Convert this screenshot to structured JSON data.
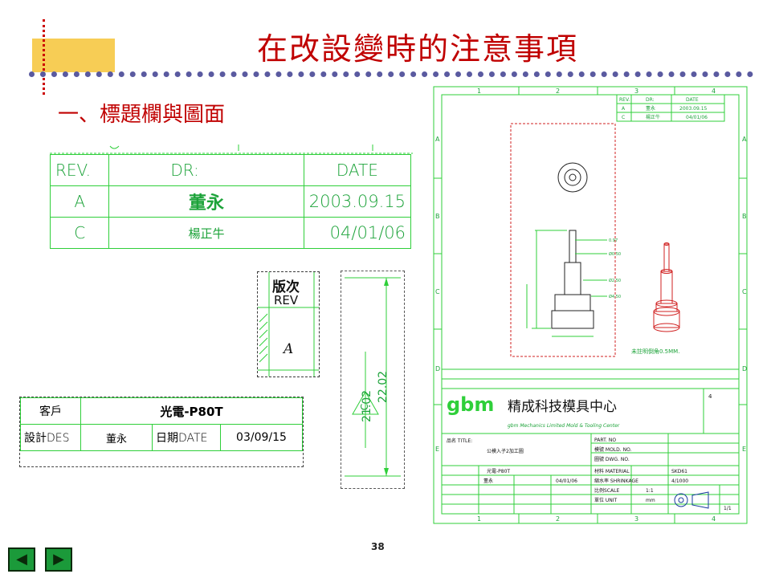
{
  "title": "在改設變時的注意事項",
  "subtitle": "一、標題欄與圖面",
  "rev_table": {
    "headers": [
      "REV.",
      "DR:",
      "DATE"
    ],
    "rows": [
      {
        "rev": "A",
        "dr": "董永",
        "date": "2003.09.15"
      },
      {
        "rev": "C",
        "dr": "楊正牛",
        "date": "04/01/06"
      }
    ]
  },
  "rev_box": {
    "title": "版次",
    "label": "REV",
    "value": "A"
  },
  "dimension": {
    "inner": "21.02",
    "outer": "22.02",
    "mark": "C"
  },
  "customer_table": {
    "customer_label": "客戶",
    "customer_value": "光電-P80T",
    "design_label": "設計",
    "design_label_en": "DES",
    "designer": "董永",
    "date_label": "日期",
    "date_label_en": "DATE",
    "date_value": "03/09/15"
  },
  "drawing": {
    "col_numbers": [
      "1",
      "2",
      "3",
      "4"
    ],
    "row_letters": [
      "A",
      "B",
      "C",
      "D",
      "E"
    ],
    "rev_rows": [
      {
        "rev": "REV.",
        "dr": "DR:",
        "date": "DATE"
      },
      {
        "rev": "A",
        "dr": "董永",
        "date": "2003.09.15"
      },
      {
        "rev": "C",
        "dr": "楊正牛",
        "date": "04/01/06"
      }
    ],
    "dims": [
      "0.97",
      "Ø0.50",
      "Ø2.50",
      "Ø4.50"
    ],
    "note": "未註明倒角0.5MM.",
    "company_logo": "gbm",
    "company_name": "精成科技模具中心",
    "company_en": "gbm Mechanics Limited Mold & Tooling Center",
    "part_title_label": "品名 TITLE:",
    "part_title": "公模入子2加工圖",
    "part_no_label": "PART. NO",
    "mold_no_label": "模號 MOLD. NO.",
    "dwg_no_label": "圖號 DWG. NO.",
    "material_label": "材料 MATERIAL",
    "material_value": "SKD61",
    "shrink_label": "縮水率 SHRINKAGE",
    "shrink_value": "4/1000",
    "scale_label": "比例SCALE",
    "scale_value": "1:1",
    "unit_label": "單位 UNIT",
    "unit_value": "mm",
    "sheet_value": "1/1",
    "customer_value": "光電-P80T",
    "designer": "董永",
    "date_value": "04/01/06",
    "rev_value": "4"
  },
  "page_number": "38",
  "nav": {
    "prev_label": "◀",
    "next_label": "▶"
  }
}
